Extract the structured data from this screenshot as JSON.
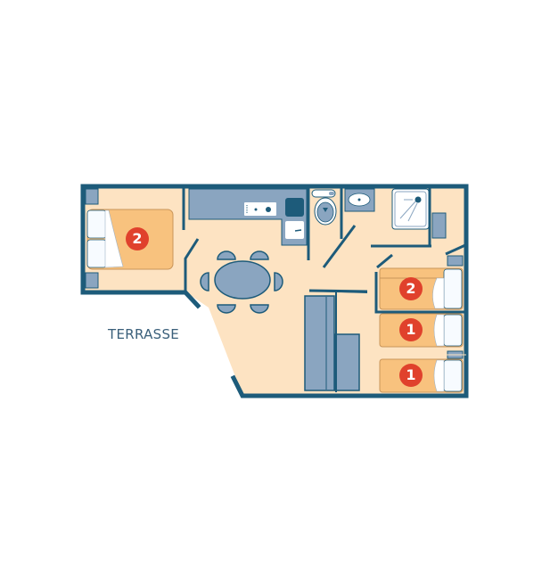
{
  "plan": {
    "labels": {
      "terrace": "TERRASSE"
    },
    "beds": [
      {
        "room": "master-bedroom",
        "persons": "2",
        "type": "double"
      },
      {
        "room": "bedroom-2",
        "persons": "2",
        "type": "double-narrow"
      },
      {
        "room": "bedroom-2",
        "persons": "1",
        "type": "single"
      },
      {
        "room": "bedroom-3",
        "persons": "1",
        "type": "single"
      }
    ],
    "colors": {
      "wall": "#1d5b7a",
      "floor": "#fde3c2",
      "furniture": "#8aa5c0",
      "bed": "#f8c27e",
      "badge": "#e0412c"
    }
  }
}
